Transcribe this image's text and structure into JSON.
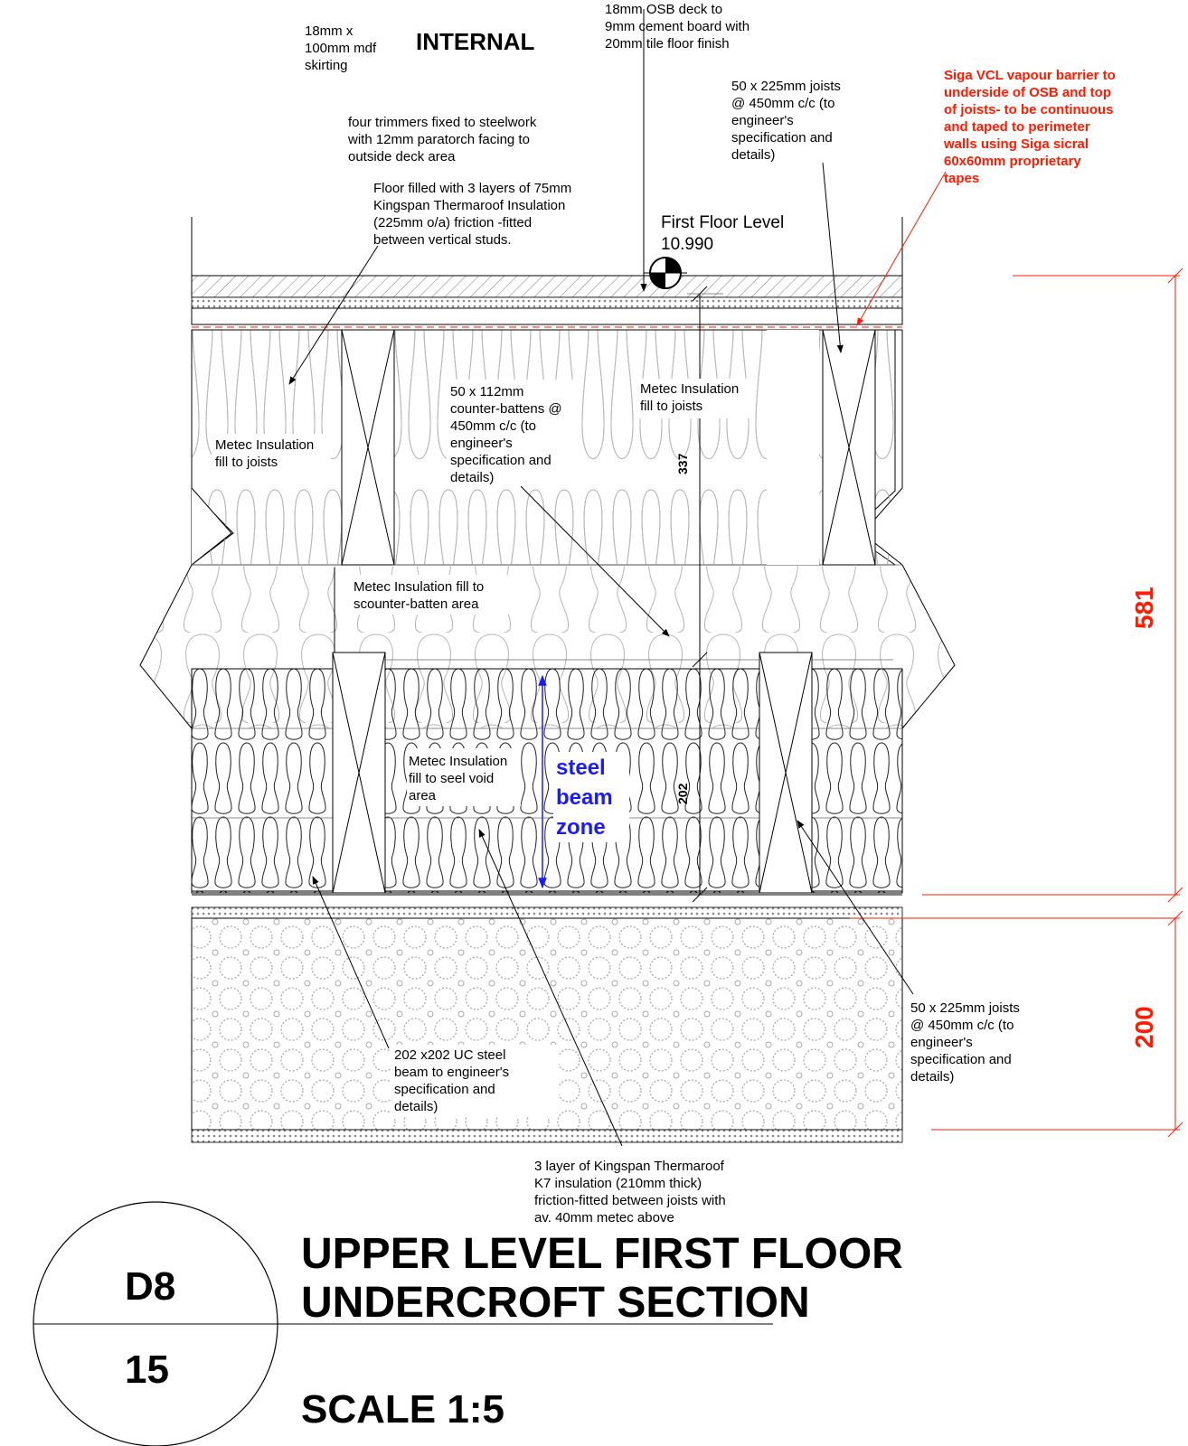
{
  "title": {
    "line1": "UPPER LEVEL FIRST FLOOR",
    "line2": "UNDERCROFT SECTION",
    "scale": "SCALE 1:5",
    "detail_ref": "D8",
    "sheet_ref": "15"
  },
  "labels": {
    "internal": "INTERNAL",
    "skirting": [
      "18mm x",
      "100mm mdf",
      "skirting"
    ],
    "osb_deck": [
      "18mm OSB deck to",
      "9mm cement board with",
      "20mm tile floor finish"
    ],
    "joists_top": [
      "50 x 225mm joists",
      "@ 450mm c/c (to",
      "engineer's",
      "specification and",
      "details)"
    ],
    "vcl": [
      "Siga VCL vapour barrier to",
      "underside of OSB and top",
      "of joists- to be continuous",
      "and taped to perimeter",
      "walls using Siga sicral",
      "60x60mm proprietary",
      "tapes"
    ],
    "trimmers": [
      "four trimmers fixed to steelwork",
      "with 12mm paratorch facing to",
      "outside deck area"
    ],
    "floor_fill": [
      "Floor filled with 3 layers of 75mm",
      "Kingspan Thermaroof Insulation",
      "(225mm o/a) friction -fitted",
      "between vertical studs."
    ],
    "ffl": [
      "First Floor Level",
      "10.990"
    ],
    "metec_left": [
      "Metec Insulation",
      "fill to joists"
    ],
    "counter_battens": [
      "50 x 112mm",
      "counter-battens @",
      "450mm c/c (to",
      "engineer's",
      "specification and",
      "details)"
    ],
    "metec_right": [
      "Metec Insulation",
      "fill to joists"
    ],
    "metec_batten": [
      "Metec Insulation fill to",
      "scounter-batten area"
    ],
    "metec_steel": [
      "Metec Insulation",
      "fill to seel void",
      "area"
    ],
    "steel_zone": [
      "steel",
      "beam",
      "zone"
    ],
    "joists_lower": [
      "50 x 225mm joists",
      "@ 450mm c/c (to",
      "engineer's",
      "specification and",
      "details)"
    ],
    "uc_steel": [
      "202  x202 UC steel",
      "beam to engineer's",
      "specification and",
      "details)"
    ],
    "k7": [
      "3 layer of Kingspan Thermaroof",
      "K7 insulation (210mm thick)",
      "friction-fitted between joists with",
      "av. 40mm metec above"
    ]
  },
  "dimensions": {
    "d337": "337",
    "d202": "202",
    "d581": "581",
    "d200": "200"
  },
  "colors": {
    "ink": "#000000",
    "annotation_red": "#ff1a00",
    "annotation_blue": "#1a1aff",
    "insulation_grey": "#9a9a9a"
  }
}
